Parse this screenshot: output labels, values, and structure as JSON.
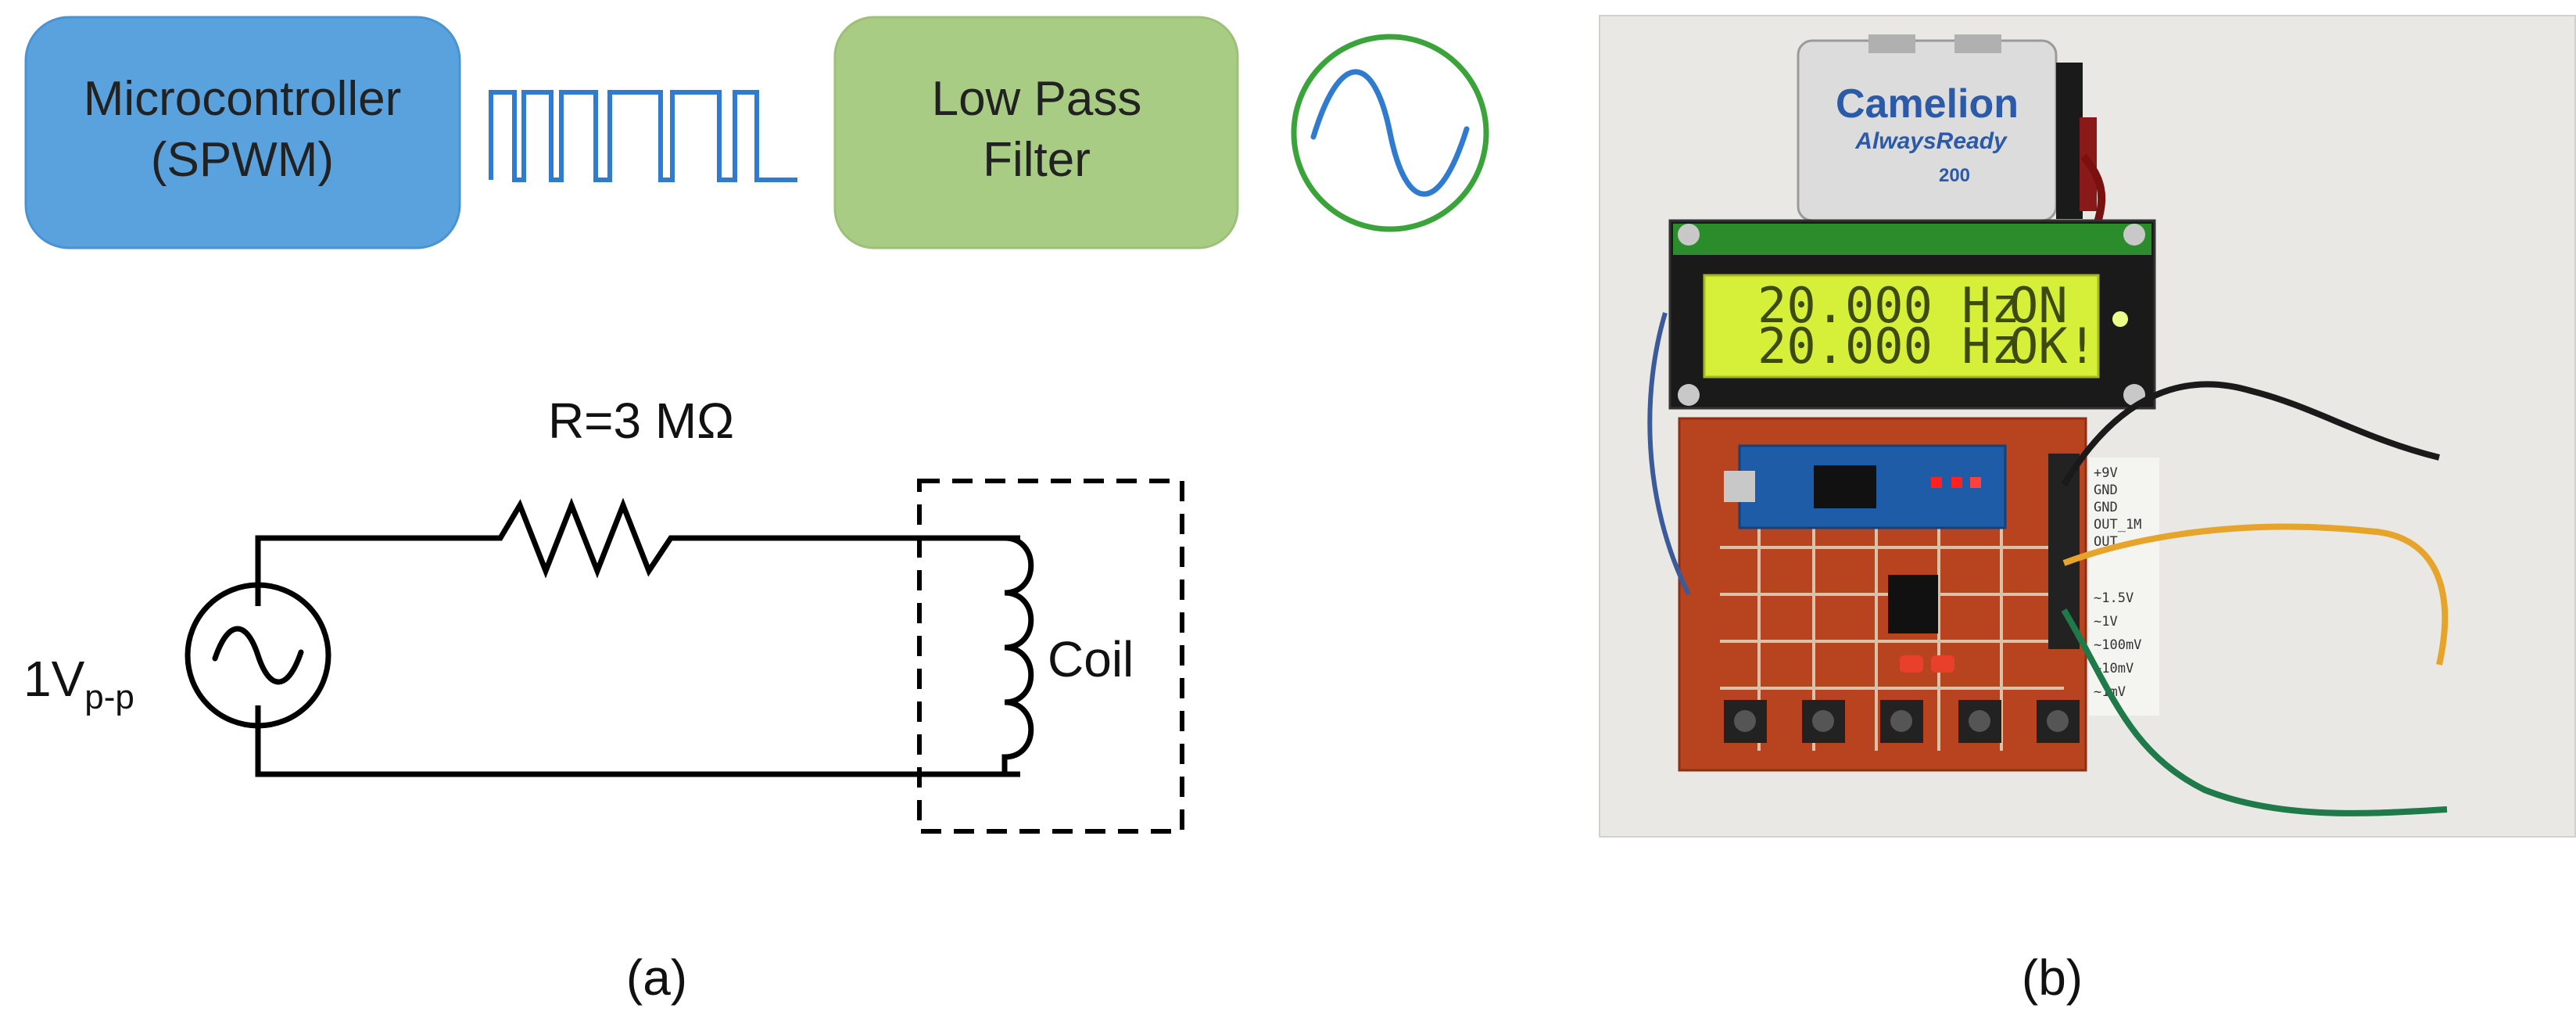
{
  "panel_a": {
    "block_microcontroller": {
      "line1": "Microcontroller",
      "line2": "(SPWM)"
    },
    "block_filter": {
      "line1": "Low Pass",
      "line2": "Filter"
    },
    "resistor_label": "R=3 MΩ",
    "source_label": {
      "main": "1V",
      "sub": "p-p"
    },
    "coil_label": "Coil",
    "caption": "(a)"
  },
  "panel_b": {
    "battery_brand": "Camelion",
    "battery_sub": "AlwaysReady",
    "battery_code": "200",
    "lcd_line1": {
      "freq": "20.000 Hz",
      "status": "ON"
    },
    "lcd_line2": {
      "freq": "20.000 Hz",
      "status": "OK!"
    },
    "pin_labels": [
      "+9V",
      "GND",
      "GND",
      "OUT_1M",
      "OUT",
      "~1.5V",
      "~1V",
      "~100mV",
      "~10mV",
      "~1mV"
    ],
    "caption": "(b)"
  },
  "colors": {
    "microcontroller_block": "#5aa2de",
    "filter_block": "#a9cc84",
    "pwm_wave": "#2f7bd0",
    "sine_circle": "#3aa33a",
    "sine_wave": "#2f7bd0",
    "lcd_screen": "#d6f03a",
    "pcb": "#b8431f"
  }
}
